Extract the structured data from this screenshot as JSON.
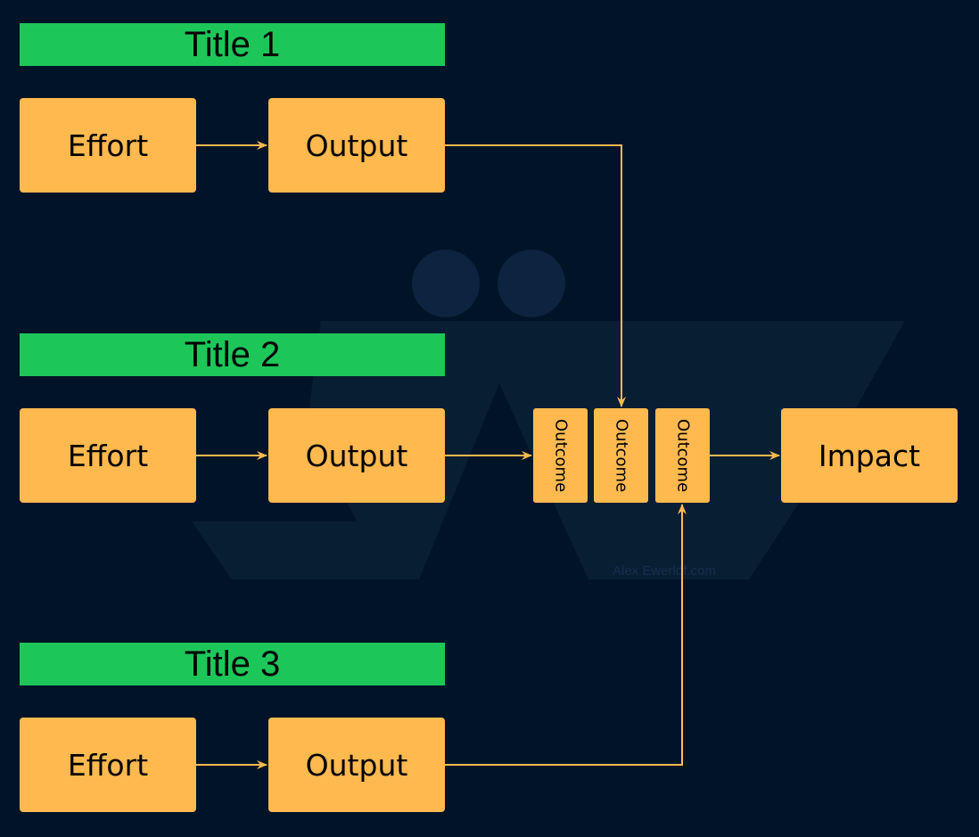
{
  "rows": [
    {
      "title": "Title 1",
      "effort": "Effort",
      "output": "Output"
    },
    {
      "title": "Title 2",
      "effort": "Effort",
      "output": "Output"
    },
    {
      "title": "Title 3",
      "effort": "Effort",
      "output": "Output"
    }
  ],
  "outcomes": [
    "Outcome",
    "Outcome",
    "Outcome"
  ],
  "impact": "Impact",
  "watermark": "Alex Ewerlöf.com",
  "colors": {
    "background": "#011427",
    "title_bar": "#1dc659",
    "node": "#ffb94f",
    "connector": "#ffb94f",
    "watermark": "#0c2440"
  }
}
